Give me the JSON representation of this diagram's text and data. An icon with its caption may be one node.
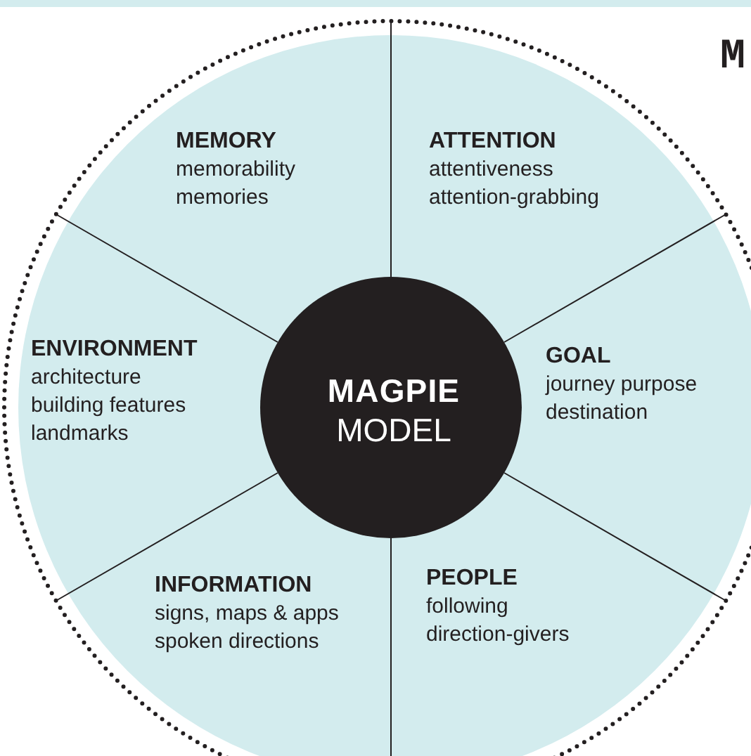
{
  "diagram": {
    "nodes": [
      {
        "text": [
          "MEMORY",
          "memorability",
          "memories"
        ]
      },
      {
        "text": [
          "ATTENTION",
          "attentiveness",
          "attention-grabbing"
        ]
      },
      {
        "text": [
          "ENVIRONMENT",
          "architecture",
          "building features",
          "landmarks"
        ]
      },
      {
        "text": [
          "MAGPIE",
          "MODEL"
        ]
      },
      {
        "text": [
          "GOAL",
          "journey purpose",
          "destination"
        ]
      },
      {
        "text": [
          "INFORMATION",
          "signs, maps & apps",
          "spoken directions"
        ]
      },
      {
        "text": [
          "PEOPLE",
          "following",
          "direction-givers"
        ]
      }
    ],
    "labels": [
      "M"
    ]
  }
}
